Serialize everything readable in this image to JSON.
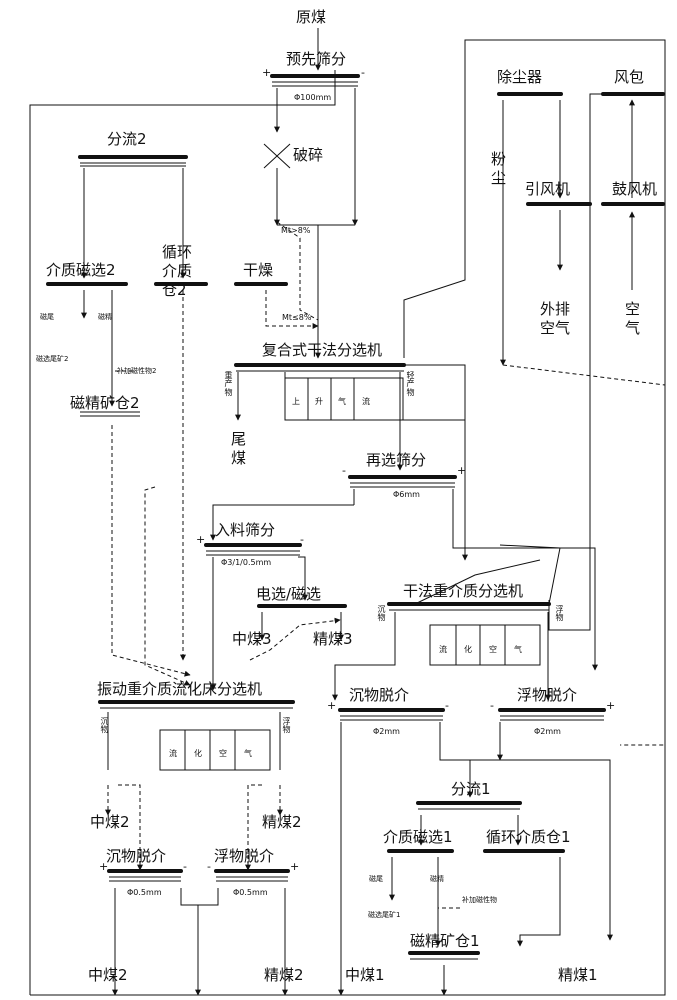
{
  "labels": {
    "raw_coal": "原煤",
    "pre_screen": "预先筛分",
    "phi100": "Φ100mm",
    "crush": "破碎",
    "mt_gt": "Mt>8%",
    "dry": "干燥",
    "mt_le": "Mt≤8%",
    "composite": "复合式干法分选机",
    "heavy_product": "重产物",
    "light_product": "轻产物",
    "updraft_1": "上",
    "updraft_2": "升",
    "updraft_3": "气",
    "updraft_4": "流",
    "tailing_coal": "尾煤",
    "rescreen": "再选筛分",
    "phi6": "Φ6mm",
    "feed_screen": "入料筛分",
    "phi3": "Φ3/1/0.5mm",
    "elec_mag": "电选/磁选",
    "mid_coal3": "中煤3",
    "clean_coal3": "精煤3",
    "dust_collector": "除尘器",
    "dust": "粉尘",
    "wind_bag": "风包",
    "induced_fan": "引风机",
    "blower": "鼓风机",
    "exhaust": "外排空气",
    "air": "空气",
    "split2": "分流2",
    "medium_mag2": "介质磁选2",
    "circ_bin2": "循环介质仓2",
    "mag_tail": "磁尾",
    "mag_conc": "磁精",
    "mag_tailing2": "磁选尾矿2",
    "add_mag2": "补加磁性物2",
    "mag_bin2": "磁精矿仓2",
    "dry_dense": "干法重介质分选机",
    "sink": "沉物",
    "float": "浮物",
    "fluid_1": "流",
    "fluid_2": "化",
    "fluid_3": "空",
    "fluid_4": "气",
    "vib_bed": "振动重介质流化床分选机",
    "sink_dm": "沉物脱介",
    "float_dm": "浮物脱介",
    "phi2": "Φ2mm",
    "phi05": "Φ0.5mm",
    "mid_coal2": "中煤2",
    "clean_coal2": "精煤2",
    "split1": "分流1",
    "medium_mag1": "介质磁选1",
    "circ_bin1": "循环介质仓1",
    "mag_tailing1": "磁选尾矿1",
    "add_mag1": "补加磁性物",
    "mag_bin1": "磁精矿仓1",
    "mid_coal1": "中煤1",
    "clean_coal1": "精煤1",
    "plus": "+",
    "minus": "-"
  }
}
